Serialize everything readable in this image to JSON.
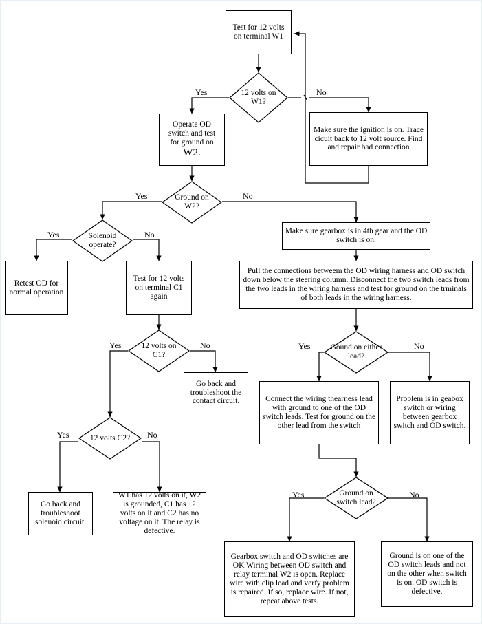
{
  "diagram": {
    "title": "OD (Overdrive) Electrical Troubleshooting Flowchart",
    "type": "flowchart",
    "stroke_color": "#000000",
    "fill_color": "#ffffff",
    "background": "#ffffff"
  },
  "nodes": {
    "n1": {
      "shape": "process",
      "text": "Test for 12 volts on terminal W1"
    },
    "d1": {
      "shape": "decision",
      "text": "12 volts on W1?"
    },
    "n2": {
      "shape": "process",
      "line1": "Operate OD",
      "line2": "switch and test",
      "line3": "for ground on",
      "line4": "W2."
    },
    "n3": {
      "shape": "process",
      "text": "Make sure the ignition is on. Trace cicuit back to 12 volt source.  Find and repair bad connection"
    },
    "d2": {
      "shape": "decision",
      "text": "Ground on W2?"
    },
    "d3": {
      "shape": "decision",
      "text": "Solenoid operate?"
    },
    "n4": {
      "shape": "process",
      "text": "Retest OD for normal operation"
    },
    "n5": {
      "shape": "process",
      "text": "Test for 12 volts on terminal C1 again"
    },
    "n6": {
      "shape": "process",
      "text": "Make sure gearbox is in 4th gear and the OD switch is on."
    },
    "n7": {
      "shape": "process",
      "text": "Pull the connections betweem the OD wiring harness and OD switch down below the steering column.  Disconnect the two switch leads from the two leads in the wiring harness and test for ground on the trminals of both leads in the wiring harness."
    },
    "d4": {
      "shape": "decision",
      "text": "12 volts on C1?"
    },
    "n8": {
      "shape": "process",
      "text": "Go back and troubleshoot the contact circuit."
    },
    "d5": {
      "shape": "decision",
      "text": "Gound on either lead?"
    },
    "n9": {
      "shape": "process",
      "text": "Connect the wiring thearness lead with ground to one of the OD switch leads.  Test for ground on the other lead from the switch"
    },
    "n10": {
      "shape": "process",
      "text": "Problem is in geabox switch or wiring between gearbox switch and OD switch."
    },
    "d6": {
      "shape": "decision",
      "text": "12 volts C2?"
    },
    "n11": {
      "shape": "process",
      "text": "Go back and troubleshoot solenoid circuit."
    },
    "n12": {
      "shape": "process",
      "text": "W1 has 12 volts on it, W2 is grounded, C1 has 12 volts on it and C2 has no voltage on it.   The relay is defective."
    },
    "d7": {
      "shape": "decision",
      "text": "Ground on switch lead?"
    },
    "n13": {
      "shape": "process",
      "text": "Gearbox switch and OD switches are OK  Wiring between OD switch and relay terminal W2 is open. Replace wire with clip lead and verfy problem is repaired.  If so, replace wire.  If not, repeat above tests."
    },
    "n14": {
      "shape": "process",
      "text": "Ground is on one of the OD switch leads and not on the other when switch is on.  OD switch is defective."
    }
  },
  "edge_labels": {
    "e1_yes": "Yes",
    "e1_no": "No",
    "e2_yes": "Yes",
    "e2_no": "No",
    "e3_yes": "Yes",
    "e3_no": "No",
    "e4_yes": "Yes",
    "e4_no": "No",
    "e5_yes": "Yes",
    "e5_no": "No",
    "e6_yes": "Yes",
    "e6_no": "No",
    "e7_yes": "Yes",
    "e7_no": "No"
  }
}
